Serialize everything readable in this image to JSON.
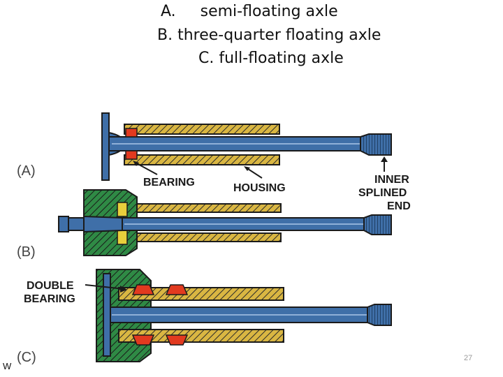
{
  "title": {
    "line_a": "A.     semi-floating axle",
    "line_b": "B. three-quarter floating axle",
    "line_c": "C. full-floating axle"
  },
  "figure": {
    "panels": {
      "a": "(A)",
      "b": "(B)",
      "c": "(C)"
    },
    "callouts": {
      "bearing": "BEARING",
      "housing": "HOUSING",
      "inner": "INNER",
      "splined": "SPLINED",
      "end": "END",
      "double": "DOUBLE",
      "double_bearing": "BEARING"
    },
    "colors": {
      "axle": "#3f6fa8",
      "housing": "#d9b642",
      "bearing": "#e23a1f",
      "hub": "#2f8a45",
      "outline": "#1b1b1b"
    }
  },
  "footer": {
    "page_number": "27",
    "corner_text": "W"
  }
}
